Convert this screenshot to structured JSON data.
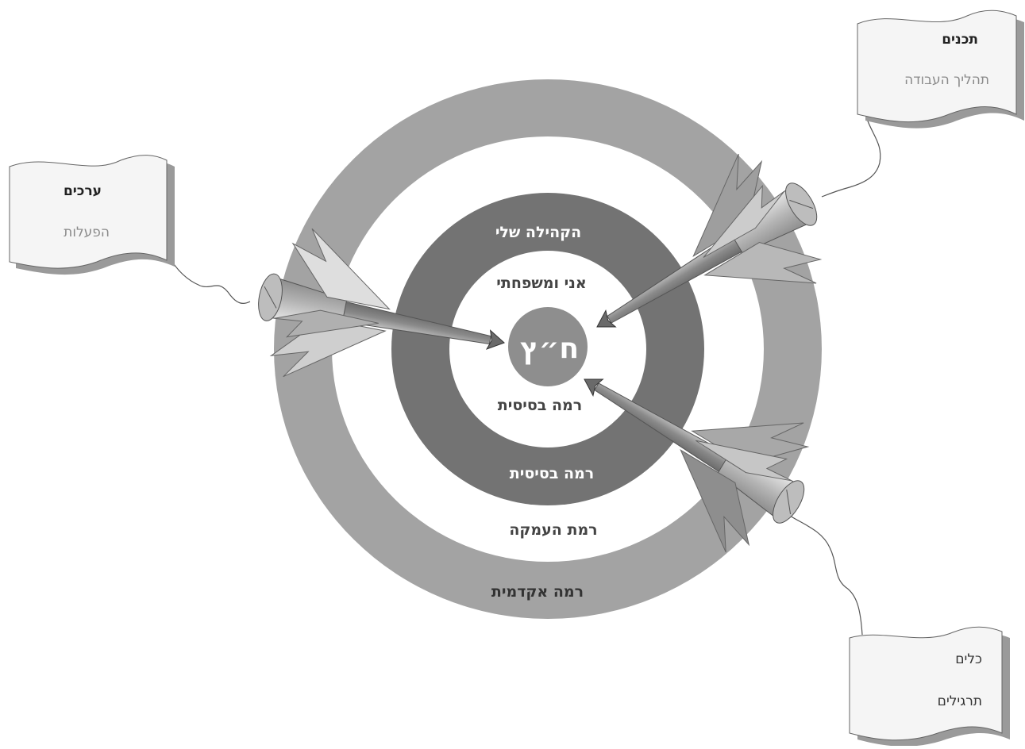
{
  "center": {
    "label": "ח״ץ"
  },
  "rings": {
    "inner_top": "אני ומשפחתי",
    "inner_bottom": "רמה בסיסית",
    "dark_top": "הקהילה שלי",
    "dark_bottom": "רמה בסיסית",
    "white_outer": "רמת העמקה",
    "outer": "רמה אקדמית"
  },
  "flags": {
    "values": {
      "title": "ערכים",
      "subtitle": "הפעלות"
    },
    "plans": {
      "title": "תכנים",
      "subtitle": "תהליך העבודה"
    },
    "tools": {
      "title": "כלים",
      "subtitle": "תרגילים"
    }
  },
  "colors": {
    "outer_ring": "#a3a3a3",
    "dark_ring": "#737373",
    "bullseye": "#8e8e8e",
    "white": "#ffffff",
    "flag_fill": "#f5f5f5",
    "flag_shadow": "#9a9a9a"
  }
}
